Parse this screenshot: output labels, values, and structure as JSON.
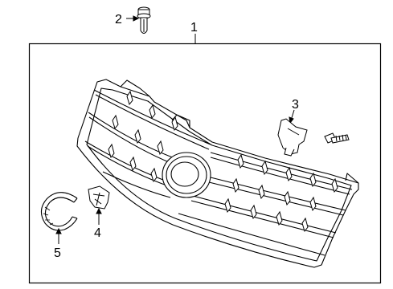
{
  "callouts": {
    "c1": "1",
    "c2": "2",
    "c3": "3",
    "c4": "4",
    "c5": "5"
  },
  "colors": {
    "line": "#000000",
    "background": "#ffffff",
    "part_fill": "#ffffff",
    "part_shade": "#dcdcdc"
  }
}
